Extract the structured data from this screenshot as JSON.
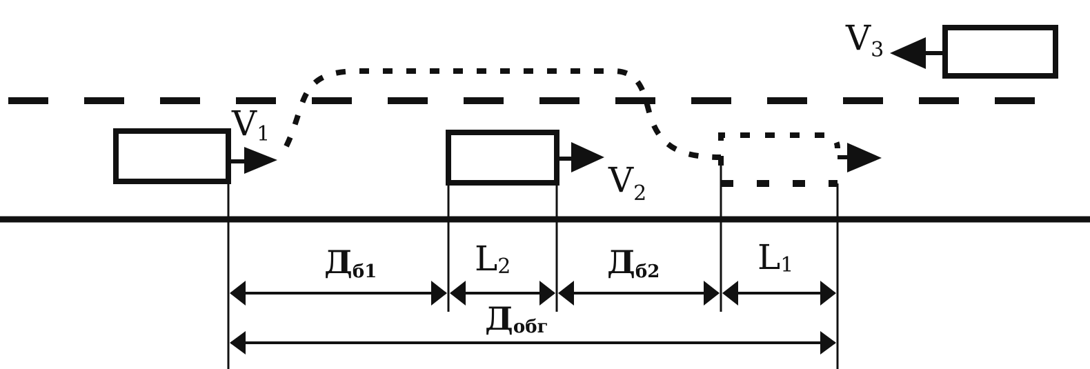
{
  "labels": {
    "v1": {
      "main": "V",
      "sub": "1"
    },
    "v2": {
      "main": "V",
      "sub": "2"
    },
    "v3": {
      "main": "V",
      "sub": "3"
    },
    "l1": {
      "main": "L",
      "sub": "1"
    },
    "l2": {
      "main": "L",
      "sub": "2"
    },
    "db1": {
      "main": "Д",
      "sub": "б1"
    },
    "db2": {
      "main": "Д",
      "sub": "б2"
    },
    "dobg": {
      "main": "Д",
      "sub": "обг"
    }
  },
  "colors": {
    "ink": "#111111",
    "background": "#ffffff"
  }
}
